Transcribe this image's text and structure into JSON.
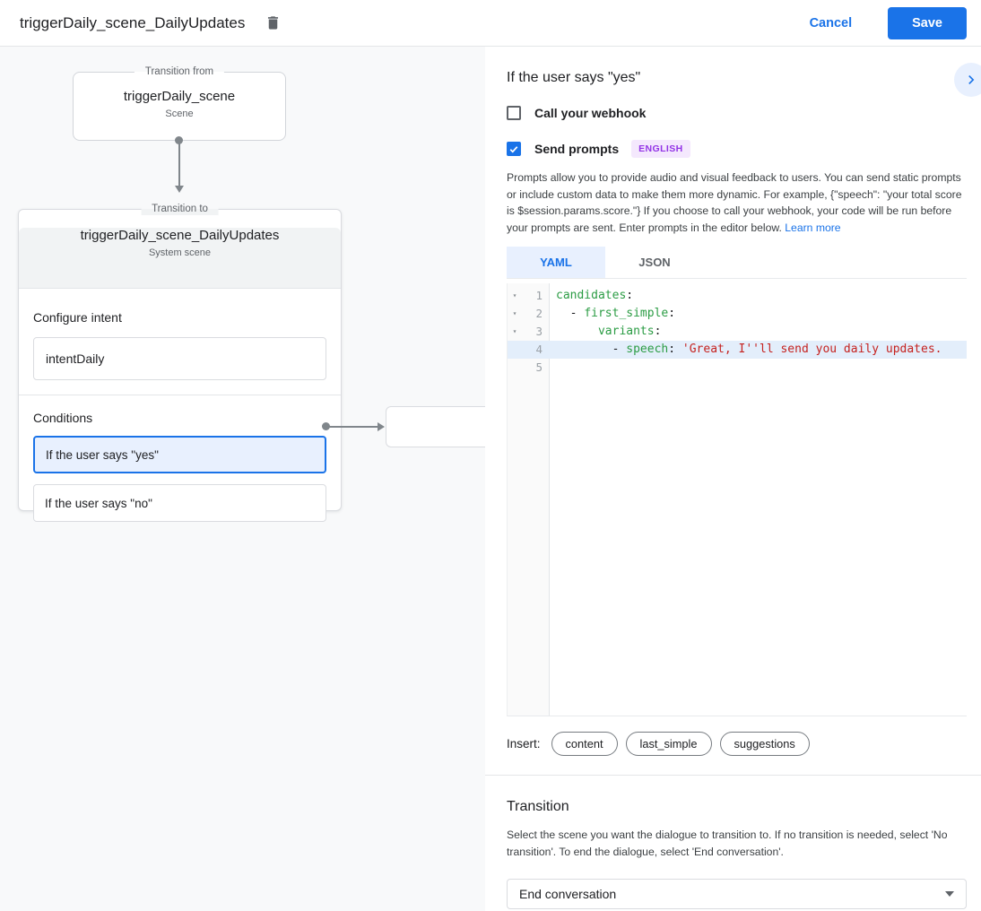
{
  "colors": {
    "accent": "#1a73e8",
    "accent_light": "#e8f0fe",
    "badge_bg": "#f4e8fd",
    "badge_text": "#9334e6",
    "code_key": "#2b9c44",
    "code_string": "#c5221f",
    "canvas_bg": "#f8f9fa",
    "line_hl": "#e3eefb"
  },
  "header": {
    "title": "triggerDaily_scene_DailyUpdates",
    "cancel_label": "Cancel",
    "save_label": "Save"
  },
  "diagram": {
    "from_box": {
      "legend": "Transition from",
      "title": "triggerDaily_scene",
      "subtitle": "Scene"
    },
    "to_card": {
      "legend": "Transition to",
      "title": "triggerDaily_scene_DailyUpdates",
      "subtitle": "System scene",
      "intent_label": "Configure intent",
      "intent_value": "intentDaily",
      "conditions_label": "Conditions",
      "conditions": [
        {
          "label": "If the user says \"yes\"",
          "selected": true
        },
        {
          "label": "If the user says \"no\"",
          "selected": false
        }
      ]
    }
  },
  "panel": {
    "title": "If the user says \"yes\"",
    "webhook": {
      "label": "Call your webhook",
      "checked": false
    },
    "send_prompts": {
      "label": "Send prompts",
      "checked": true,
      "badge": "ENGLISH"
    },
    "description": "Prompts allow you to provide audio and visual feedback to users. You can send static prompts or include custom data to make them more dynamic. For example, {\"speech\": \"your total score is $session.params.score.\"} If you choose to call your webhook, your code will be run before your prompts are sent. Enter prompts in the editor below.",
    "learn_more": "Learn more",
    "tabs": [
      {
        "label": "YAML",
        "active": true
      },
      {
        "label": "JSON",
        "active": false
      }
    ],
    "editor": {
      "fold_icon": "▾",
      "lines": [
        {
          "num": "1",
          "fold": true,
          "highlight": false,
          "segments": [
            [
              "key",
              "candidates"
            ],
            [
              "punct",
              ":"
            ]
          ]
        },
        {
          "num": "2",
          "fold": true,
          "highlight": false,
          "segments": [
            [
              "punct",
              "  - "
            ],
            [
              "key",
              "first_simple"
            ],
            [
              "punct",
              ":"
            ]
          ]
        },
        {
          "num": "3",
          "fold": true,
          "highlight": false,
          "segments": [
            [
              "punct",
              "      "
            ],
            [
              "key",
              "variants"
            ],
            [
              "punct",
              ":"
            ]
          ]
        },
        {
          "num": "4",
          "fold": false,
          "highlight": true,
          "segments": [
            [
              "punct",
              "        - "
            ],
            [
              "key",
              "speech"
            ],
            [
              "punct",
              ": "
            ],
            [
              "str",
              "'Great, I''ll send you daily updates."
            ]
          ]
        },
        {
          "num": "5",
          "fold": false,
          "highlight": false,
          "segments": []
        }
      ]
    },
    "insert": {
      "label": "Insert:",
      "pills": [
        "content",
        "last_simple",
        "suggestions"
      ]
    },
    "transition": {
      "title": "Transition",
      "description": "Select the scene you want the dialogue to transition to. If no transition is needed, select 'No transition'. To end the dialogue, select 'End conversation'.",
      "value": "End conversation"
    }
  }
}
